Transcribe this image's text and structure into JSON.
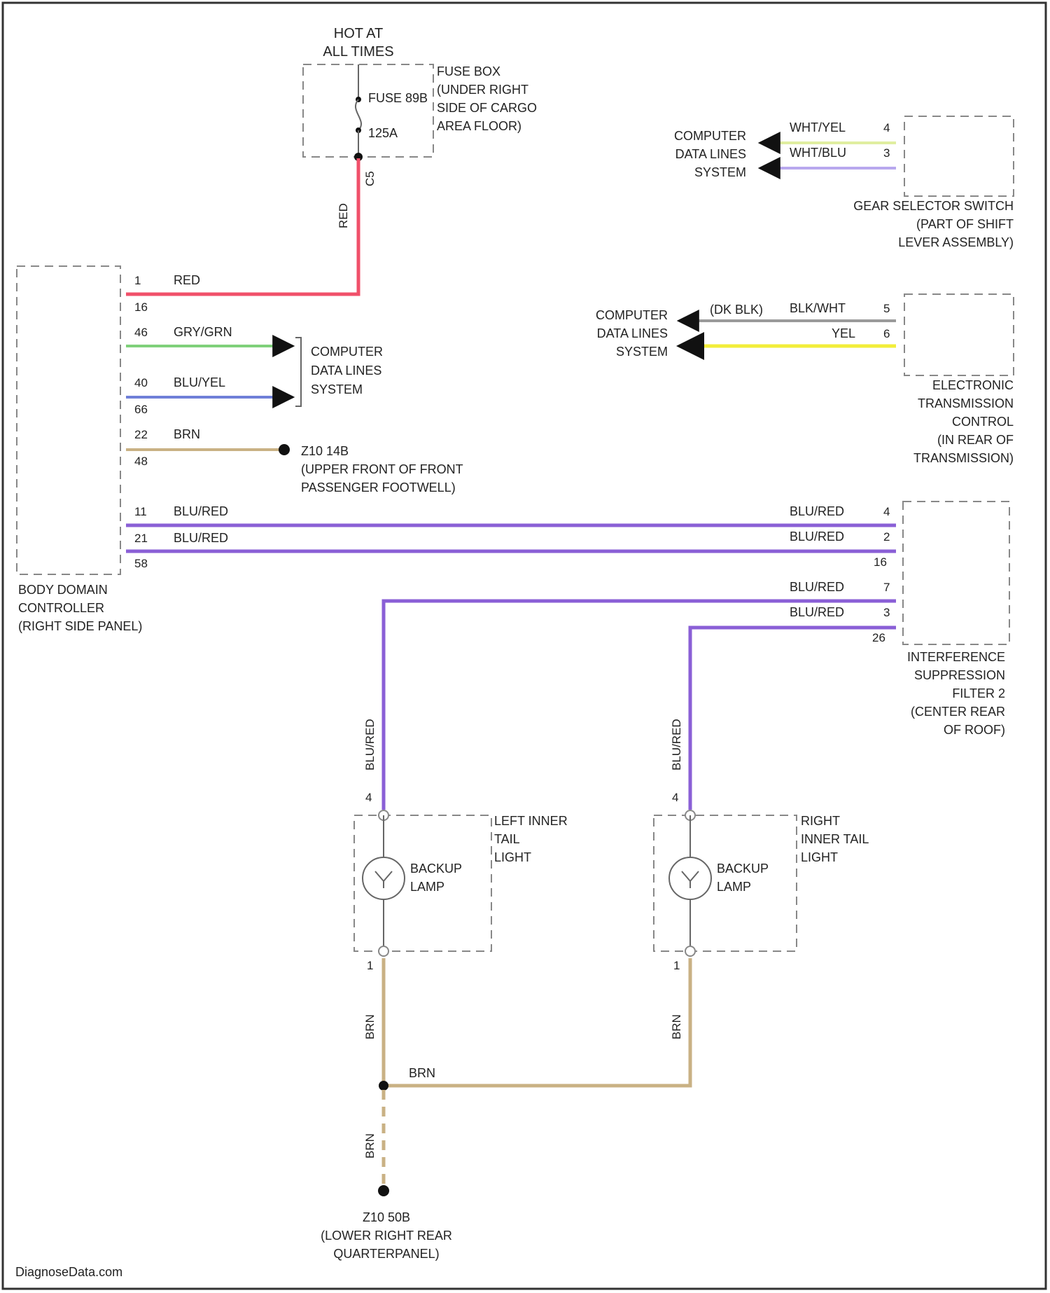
{
  "colors": {
    "red": "#f0506a",
    "gry_grn": "#7fd07a",
    "blu_yel": "#6f7fd8",
    "brn": "#c9b184",
    "blu_red": "#8a5fd6",
    "wht_yel": "#e0eea0",
    "wht_blu": "#b8a8ee",
    "blk_wht": "#9a9a9a",
    "yel": "#f2ee3a"
  },
  "fuse": {
    "hot": [
      "HOT AT",
      "ALL TIMES"
    ],
    "fuse_name": "FUSE 89B",
    "rating": "125A",
    "pin_out": "C5",
    "box_label": [
      "FUSE BOX",
      "(UNDER RIGHT",
      "SIDE OF CARGO",
      "AREA FLOOR)"
    ],
    "wire_vertical": "RED"
  },
  "bdc": {
    "label": [
      "BODY DOMAIN",
      "CONTROLLER",
      "(RIGHT SIDE PANEL)"
    ],
    "rows": [
      {
        "pin": "1",
        "conn": "16",
        "wire": "RED"
      },
      {
        "pin": "46",
        "conn": "",
        "wire": "GRY/GRN"
      },
      {
        "pin": "40",
        "conn": "66",
        "wire": "BLU/YEL"
      },
      {
        "pin": "22",
        "conn": "48",
        "wire": "BRN"
      },
      {
        "pin": "11",
        "conn": "",
        "wire": "BLU/RED"
      },
      {
        "pin": "21",
        "conn": "58",
        "wire": "BLU/RED"
      }
    ],
    "cdl": [
      "COMPUTER",
      "DATA LINES",
      "SYSTEM"
    ],
    "ground": [
      "Z10 14B",
      "(UPPER FRONT OF FRONT",
      "PASSENGER FOOTWELL)"
    ]
  },
  "gear": {
    "cdl": [
      "COMPUTER",
      "DATA LINES",
      "SYSTEM"
    ],
    "wires": [
      {
        "wire": "WHT/YEL",
        "pin": "4"
      },
      {
        "wire": "WHT/BLU",
        "pin": "3"
      }
    ],
    "label": [
      "GEAR SELECTOR SWITCH",
      "(PART OF SHIFT",
      "LEVER ASSEMBLY)"
    ]
  },
  "etc": {
    "cdl": [
      "COMPUTER",
      "DATA LINES",
      "SYSTEM"
    ],
    "alt": "(DK BLK)",
    "wires": [
      {
        "wire": "BLK/WHT",
        "pin": "5"
      },
      {
        "wire": "YEL",
        "pin": "6"
      }
    ],
    "label": [
      "ELECTRONIC",
      "TRANSMISSION",
      "CONTROL",
      "(IN REAR OF",
      "TRANSMISSION)"
    ]
  },
  "filter": {
    "rows": [
      {
        "wire": "BLU/RED",
        "pin": "4"
      },
      {
        "wire": "BLU/RED",
        "pin": "2"
      },
      {
        "wire": "",
        "pin": "16"
      },
      {
        "wire": "BLU/RED",
        "pin": "7"
      },
      {
        "wire": "BLU/RED",
        "pin": "3"
      },
      {
        "wire": "",
        "pin": "26"
      }
    ],
    "label": [
      "INTERFERENCE",
      "SUPPRESSION",
      "FILTER 2",
      "(CENTER REAR",
      "OF ROOF)"
    ]
  },
  "left_lamp": {
    "wire_top": "BLU/RED",
    "pin_top": "4",
    "lamp": [
      "BACKUP",
      "LAMP"
    ],
    "label": [
      "LEFT INNER",
      "TAIL",
      "LIGHT"
    ],
    "pin_bottom": "1",
    "wire_bottom": "BRN"
  },
  "right_lamp": {
    "wire_top": "BLU/RED",
    "pin_top": "4",
    "lamp": [
      "BACKUP",
      "LAMP"
    ],
    "label": [
      "RIGHT",
      "INNER TAIL",
      "LIGHT"
    ],
    "pin_bottom": "1",
    "wire_bottom": "BRN"
  },
  "splice_wire": "BRN",
  "ground_wire": "BRN",
  "ground": [
    "Z10 50B",
    "(LOWER RIGHT REAR",
    "QUARTERPANEL)"
  ],
  "watermark": "DiagnoseData.com"
}
